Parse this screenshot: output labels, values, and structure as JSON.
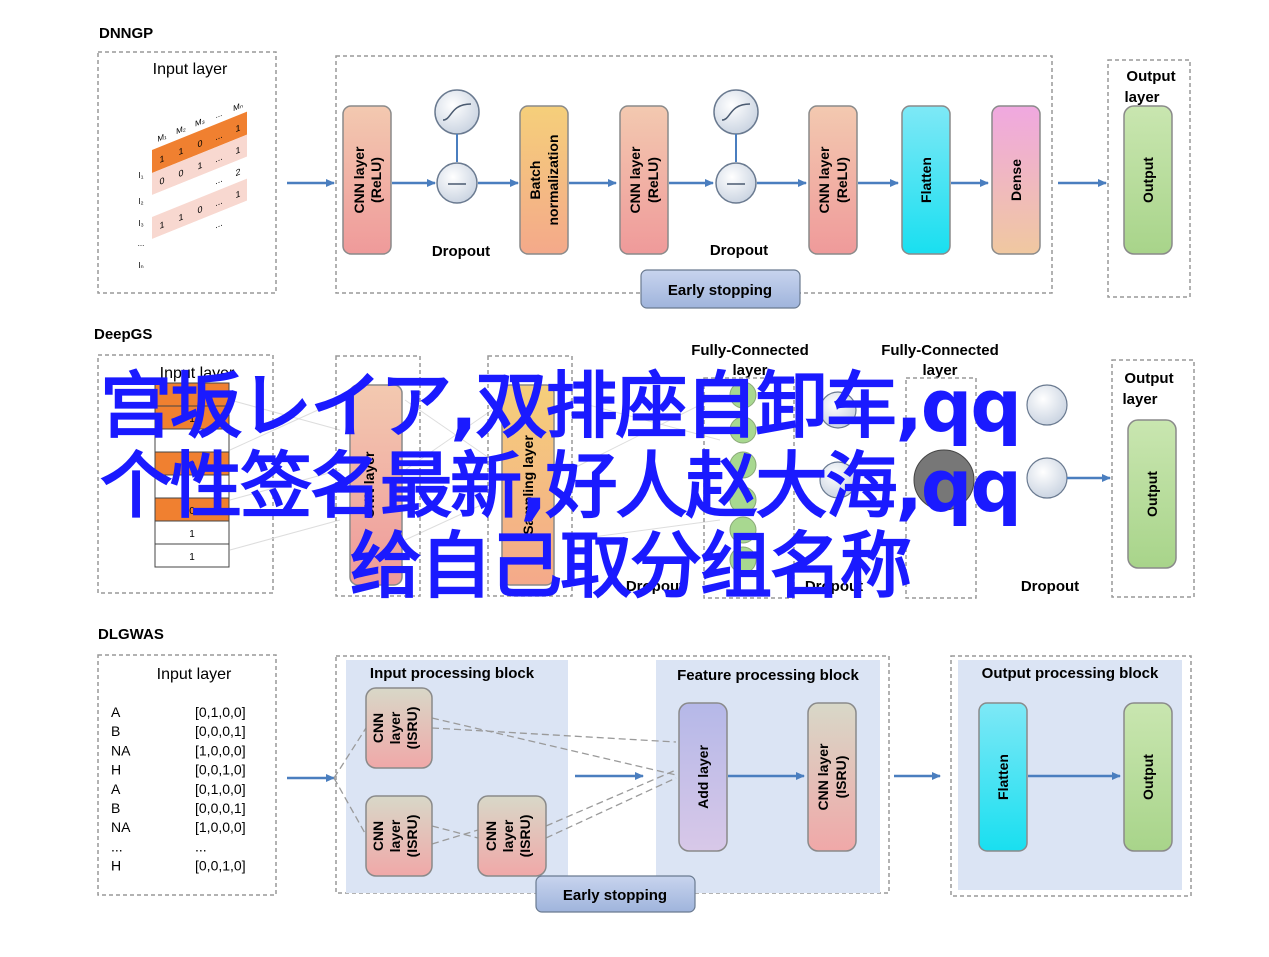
{
  "colors": {
    "accent_blue": "#4a7ebf",
    "cnn_fill": "#f0a0a0",
    "batch_fill": "#f0c070",
    "flatten_fill": "#30e0f0",
    "dense_fill": "#e8a8e0",
    "output_fill": "#b0d890",
    "block_bg": "#dbe4f4",
    "early_stop_fill": "#b8c8e8",
    "input_orange": "#f08030",
    "watermark": "#1a1aff"
  },
  "dnngp": {
    "title": "DNNGP",
    "input_title": "Input layer",
    "matrix_col_labels": [
      "M₁",
      "M₂",
      "M₃",
      "...",
      "Mₙ"
    ],
    "matrix_row_labels": [
      "I₁",
      "I₂",
      "I₃",
      "...",
      "Iₙ"
    ],
    "matrix_values": [
      [
        "1",
        "1",
        "0",
        "...",
        "1"
      ],
      [
        "0",
        "0",
        "1",
        "...",
        "1"
      ],
      [
        "",
        "",
        "",
        "...",
        "2"
      ],
      [
        "1",
        "1",
        "0",
        "...",
        "1"
      ],
      [
        "",
        "",
        "",
        "...",
        ""
      ]
    ],
    "cnn1": [
      "CNN layer",
      "(ReLU)"
    ],
    "batch": [
      "Batch",
      "normalization"
    ],
    "cnn2": [
      "CNN layer",
      "(ReLU)"
    ],
    "cnn3": [
      "CNN layer",
      "(ReLU)"
    ],
    "flatten": "Flatten",
    "dense": "Dense",
    "dropout1": "Dropout",
    "dropout2": "Dropout",
    "early_stopping": "Early stopping",
    "output_title": [
      "Output",
      "layer"
    ],
    "output": "Output"
  },
  "deepgs": {
    "title": "DeepGS",
    "input_title": "Input layer",
    "input_values": [
      "1",
      "",
      "0",
      "",
      "0",
      "1",
      "1"
    ],
    "cnn": [
      "CNN layer"
    ],
    "sampling": [
      "Sampling layer"
    ],
    "fc1": [
      "Fully-Connected",
      "layer"
    ],
    "fc2": [
      "Fully-Connected",
      "layer"
    ],
    "dropout1": "Dropout",
    "dropout2": "Dropout",
    "dropout3": "Dropout",
    "output_title": [
      "Output",
      "layer"
    ],
    "output": "Output"
  },
  "dlgwas": {
    "title": "DLGWAS",
    "input_title": "Input layer",
    "input_rows": [
      [
        "A",
        "[0,1,0,0]"
      ],
      [
        "B",
        "[0,0,0,1]"
      ],
      [
        "NA",
        "[1,0,0,0]"
      ],
      [
        "H",
        "[0,0,1,0]"
      ],
      [
        "A",
        "[0,1,0,0]"
      ],
      [
        "B",
        "[0,0,0,1]"
      ],
      [
        "NA",
        "[1,0,0,0]"
      ],
      [
        "...",
        "..."
      ],
      [
        "H",
        "[0,0,1,0]"
      ]
    ],
    "input_block_title": "Input processing block",
    "feature_block_title": "Feature processing block",
    "output_block_title": "Output processing block",
    "cnn_isru": [
      "CNN",
      "layer",
      "(ISRU)"
    ],
    "add_layer": "Add layer",
    "cnn_long": [
      "CNN layer",
      "(ISRU)"
    ],
    "flatten": "Flatten",
    "output": "Output",
    "early_stopping": "Early stopping"
  },
  "watermark": {
    "line1": "宫坂レイア,双排座自卸车,qq",
    "line2": "个性签名最新,好人赵大海,qq",
    "line3": "给自己取分组名称"
  }
}
